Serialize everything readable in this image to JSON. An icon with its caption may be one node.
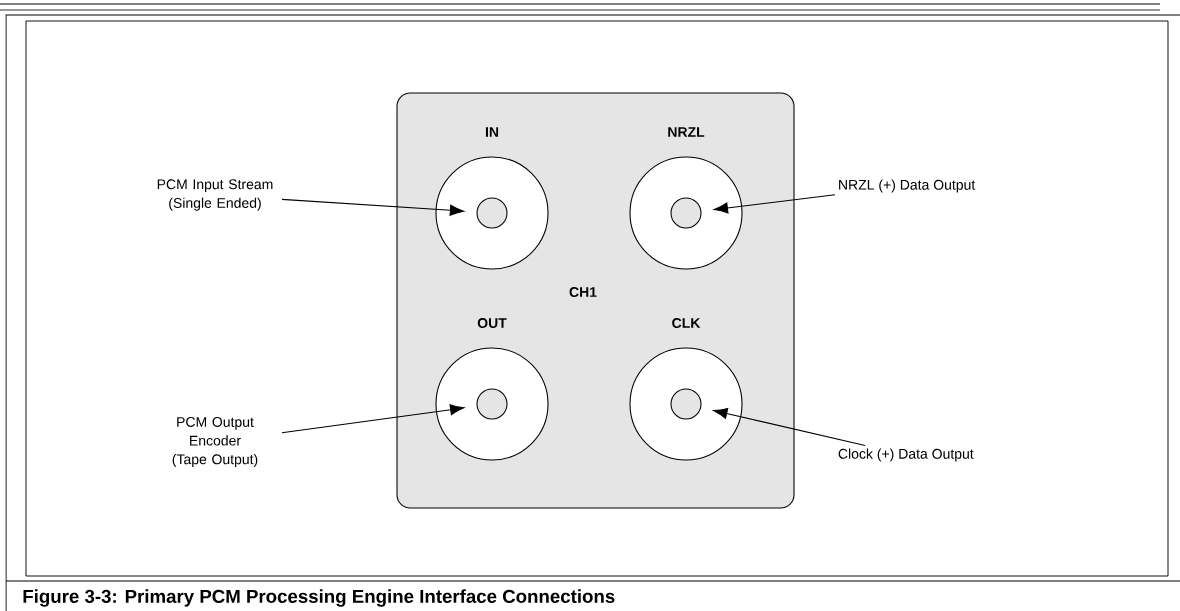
{
  "diagram": {
    "caption": "Figure 3-3: Primary PCM Processing Engine Interface Connections",
    "nodes": [
      {
        "text": [
          "CH1"
        ]
      },
      {
        "text": [
          "IN"
        ],
        "in": 0
      },
      {
        "text": [],
        "shape": "circle",
        "in": 1
      },
      {
        "text": [
          "NRZL"
        ],
        "in": 0
      },
      {
        "text": [],
        "shape": "circle",
        "in": 3
      },
      {
        "text": [
          "OUT"
        ],
        "in": 0
      },
      {
        "text": [],
        "shape": "circle",
        "in": 5
      },
      {
        "text": [
          "CLK"
        ],
        "in": 0
      },
      {
        "text": [],
        "shape": "circle",
        "in": 7
      },
      {
        "text": [
          "PCM Input Stream (Single Ended)"
        ]
      },
      {
        "text": [
          "NRZL (+) Data Output"
        ]
      },
      {
        "text": [
          "PCM Output Encoder (Tape Output)"
        ]
      },
      {
        "text": [
          "Clock (+) Data Output"
        ]
      }
    ],
    "edges": [
      {
        "from": 9,
        "to": 2,
        "arrow": "to"
      },
      {
        "from": 10,
        "to": 4,
        "arrow": "to"
      },
      {
        "from": 11,
        "to": 6,
        "arrow": "to"
      },
      {
        "from": 12,
        "to": 8,
        "arrow": "to"
      }
    ]
  }
}
